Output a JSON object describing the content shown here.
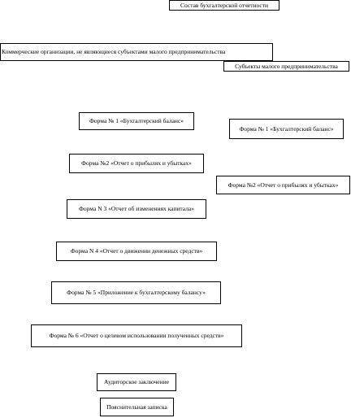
{
  "diagram": {
    "root": "Состав бухгалтерской  отчетности",
    "groups": {
      "commercial": "Коммерческие организации, не являющиеся субъектами  малого предпринимательства",
      "small_business": "Субъекты малого предпринимательства"
    },
    "commercial_items": [
      "Форма № 1 «Бухгалтерский баланс»",
      "Форма №2 «Отчет о прибылях и убытках»",
      "Форма N 3 «Отчет об изменениях капитала»",
      "Форма N 4 «Отчет о движении денежных средств»",
      "Форма № 5 «Приложение  к бухгалтерскому балансу»",
      "Форма № 6 «Отчет о целевом использовании полученных средств»",
      "Аудиторское заключение",
      "Пояснительная записка"
    ],
    "small_business_items": [
      "Форма № 1 «Бухгалтерский баланс»",
      "Форма №2 «Отчет о прибылях и убытках»"
    ]
  }
}
